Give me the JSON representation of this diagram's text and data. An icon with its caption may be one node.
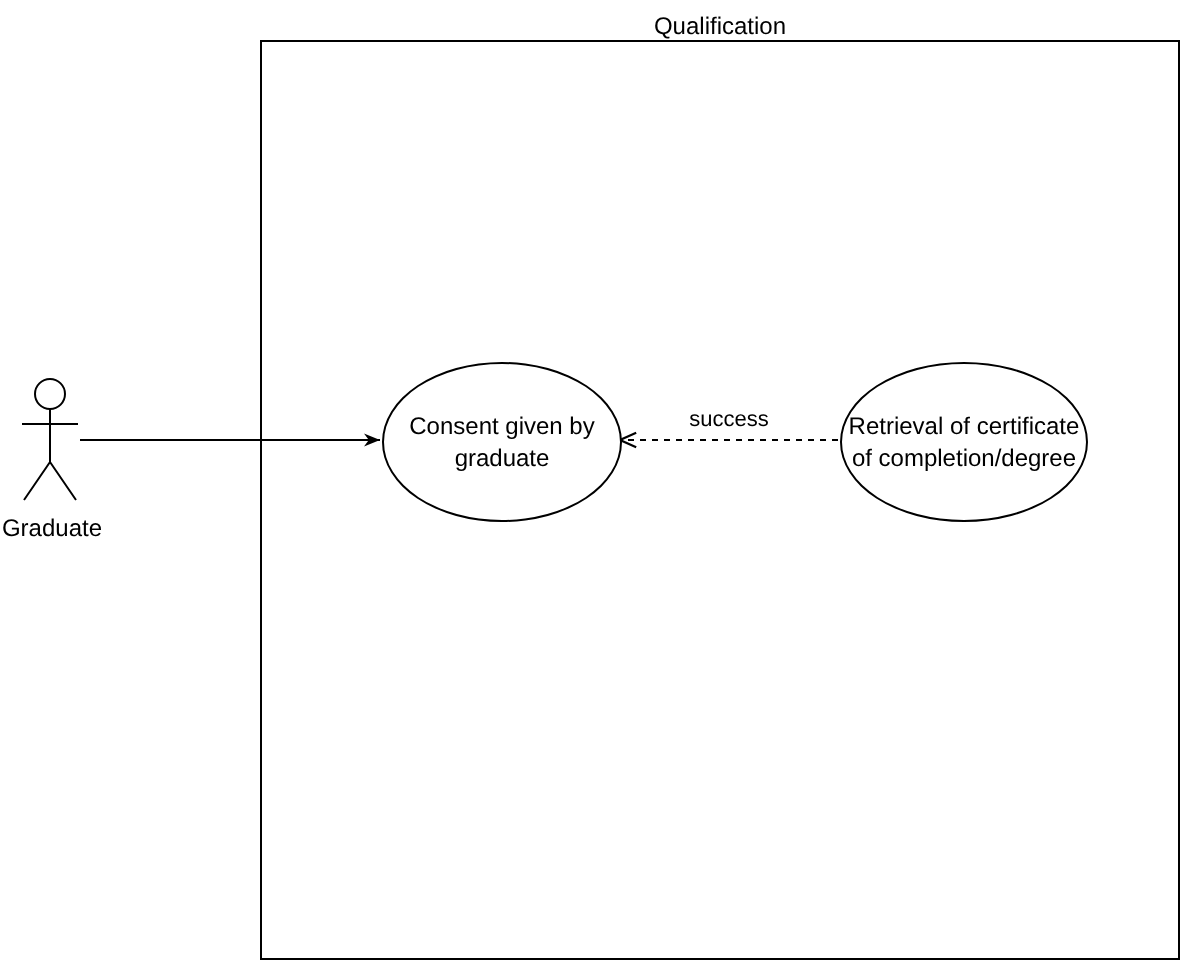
{
  "diagram": {
    "nodes": [
      {
        "text": [
          "Qualification"
        ]
      },
      {
        "text": [
          "Graduate"
        ]
      },
      {
        "text": [
          "Consent given by graduate"
        ],
        "in": 0
      },
      {
        "text": [
          "Retrieval of certificate of completion/degree"
        ],
        "in": 0
      }
    ],
    "edges": [
      {
        "from": 1,
        "to": 2,
        "arrow": "to"
      },
      {
        "from": 3,
        "to": 2,
        "arrow": "to",
        "label": "success",
        "style": "dashed"
      }
    ]
  }
}
